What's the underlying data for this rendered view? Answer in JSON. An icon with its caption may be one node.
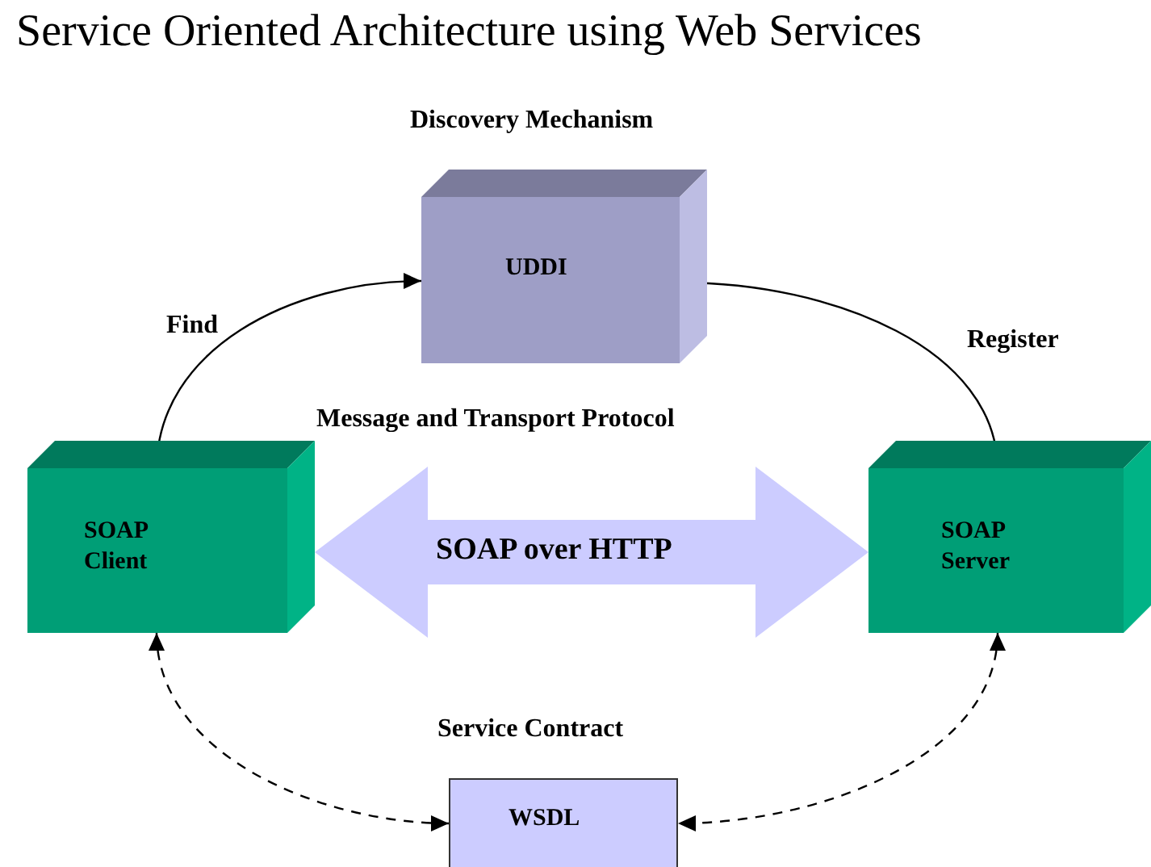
{
  "diagram": {
    "title": "Service Oriented Architecture using Web Services",
    "nodes": [
      {
        "text": [
          "UDDI"
        ],
        "beside": [
          "Discovery Mechanism"
        ]
      },
      {
        "text": [
          "SOAP Client"
        ]
      },
      {
        "text": [
          "SOAP Server"
        ]
      },
      {
        "text": [
          "WSDL"
        ],
        "beside": [
          "Service Contract"
        ]
      }
    ],
    "edges": [
      {
        "from": 1,
        "to": 0,
        "arrow": "to",
        "label": "Find"
      },
      {
        "from": 2,
        "to": 0,
        "arrow": "to",
        "label": "Register"
      },
      {
        "from": 1,
        "to": 2,
        "arrow": "both",
        "label": "SOAP over HTTP",
        "style": "thick",
        "color": "#ccccff"
      },
      {
        "from": 1,
        "to": 3,
        "arrow": "both",
        "style": "dashed"
      },
      {
        "from": 2,
        "to": 3,
        "arrow": "both",
        "style": "dashed"
      }
    ],
    "labels": [
      "Message and Transport Protocol"
    ]
  }
}
